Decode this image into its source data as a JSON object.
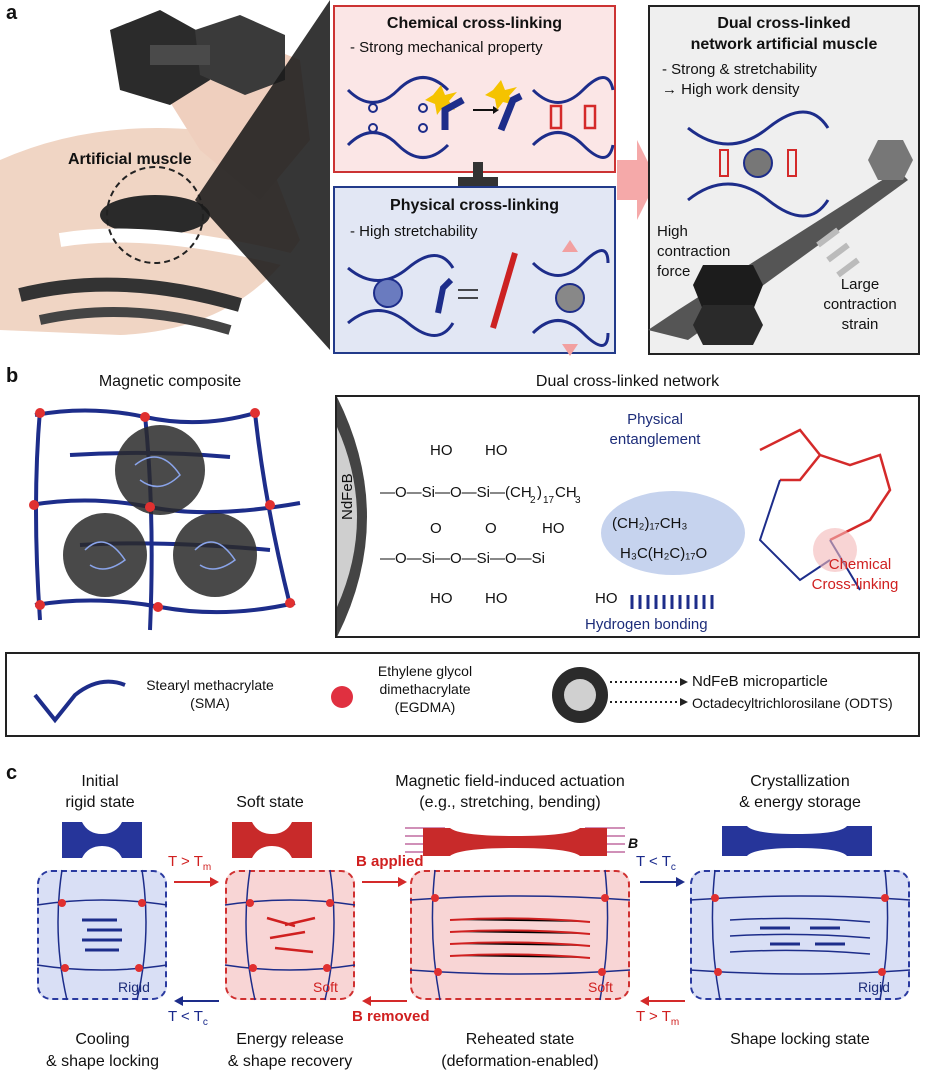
{
  "panel_a": {
    "letter": "a",
    "artificial_muscle": "Artificial muscle",
    "chemical": {
      "title": "Chemical cross-linking",
      "desc": "- Strong mechanical property"
    },
    "physical": {
      "title": "Physical cross-linking",
      "desc": "- High stretchability"
    },
    "dual": {
      "title_1": "Dual cross-linked",
      "title_2": "network artificial muscle",
      "desc_1": "- Strong & stretchability",
      "desc_2": "→ High work density",
      "force_1": "High",
      "force_2": "contraction",
      "force_3": "force",
      "strain_1": "Large",
      "strain_2": "contraction",
      "strain_3": "strain"
    }
  },
  "panel_b": {
    "letter": "b",
    "composite_title": "Magnetic composite",
    "network_title": "Dual cross-linked network",
    "ndfeb": "NdFeB",
    "physical_1": "Physical",
    "physical_2": "entanglement",
    "chemical_1": "Chemical",
    "chemical_2": "Cross-linking",
    "hydrogen": "Hydrogen bonding",
    "legend": {
      "sma_1": "Stearyl methacrylate",
      "sma_2": "(SMA)",
      "egdma_1": "Ethylene glycol",
      "egdma_2": "dimethacrylate",
      "egdma_3": "(EGDMA)",
      "ndfeb_micro": "NdFeB microparticle",
      "odts": "Octadecyltrichlorosilane (ODTS)"
    }
  },
  "panel_c": {
    "letter": "c",
    "states_top": [
      {
        "l1": "Initial",
        "l2": "rigid state"
      },
      {
        "l1": "Soft state",
        "l2": ""
      },
      {
        "l1": "Magnetic field-induced actuation",
        "l2": "(e.g., stretching, bending)"
      },
      {
        "l1": "Crystallization",
        "l2": "& energy storage"
      }
    ],
    "states_bottom": [
      {
        "l1": "Cooling",
        "l2": "& shape locking"
      },
      {
        "l1": "Energy release",
        "l2": "& shape recovery"
      },
      {
        "l1": "Reheated state",
        "l2": "(deformation-enabled)"
      },
      {
        "l1": "Shape locking state",
        "l2": ""
      }
    ],
    "box_labels": [
      "Rigid",
      "Soft",
      "Soft",
      "Rigid"
    ],
    "arrows": {
      "t_gt_tm": "T > T",
      "t_lt_tc": "T < T",
      "sub_m": "m",
      "sub_c": "c",
      "b_applied": "B applied",
      "b_removed": "B removed",
      "b_symbol": "B"
    }
  },
  "colors": {
    "blue": "#1d2d8a",
    "red": "#d42a2a",
    "pink_bg": "#fbe3e3",
    "blue_bg": "#dde3f3"
  }
}
